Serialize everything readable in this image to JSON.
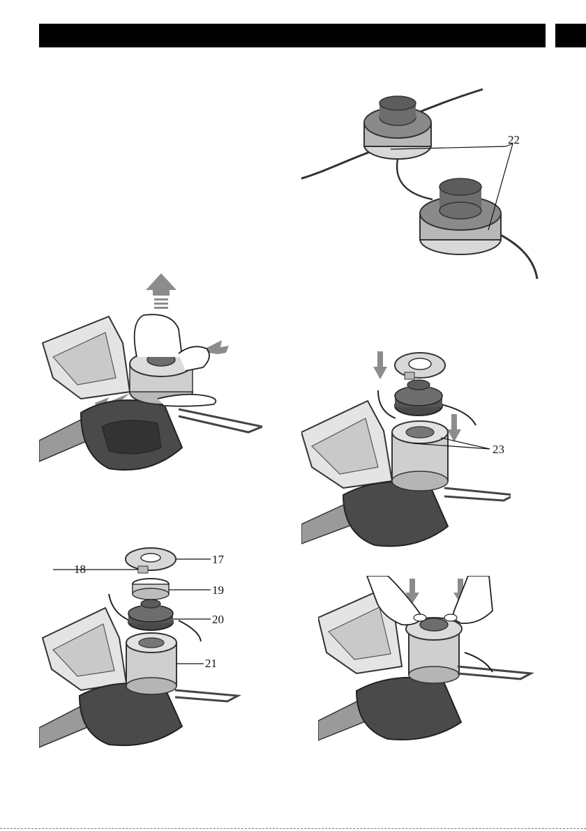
{
  "header": {
    "title": "",
    "page_number": ""
  },
  "callouts": {
    "c17": "17",
    "c18": "18",
    "c19": "19",
    "c20": "20",
    "c21": "21",
    "c22": "22",
    "c23": "23"
  },
  "colors": {
    "header_bar": "#000000",
    "arrow_gray": "#8c8c8c",
    "housing_dark": "#4a4a4a",
    "housing_light": "#cfcfcf",
    "spool_top": "#6d6d6d"
  }
}
